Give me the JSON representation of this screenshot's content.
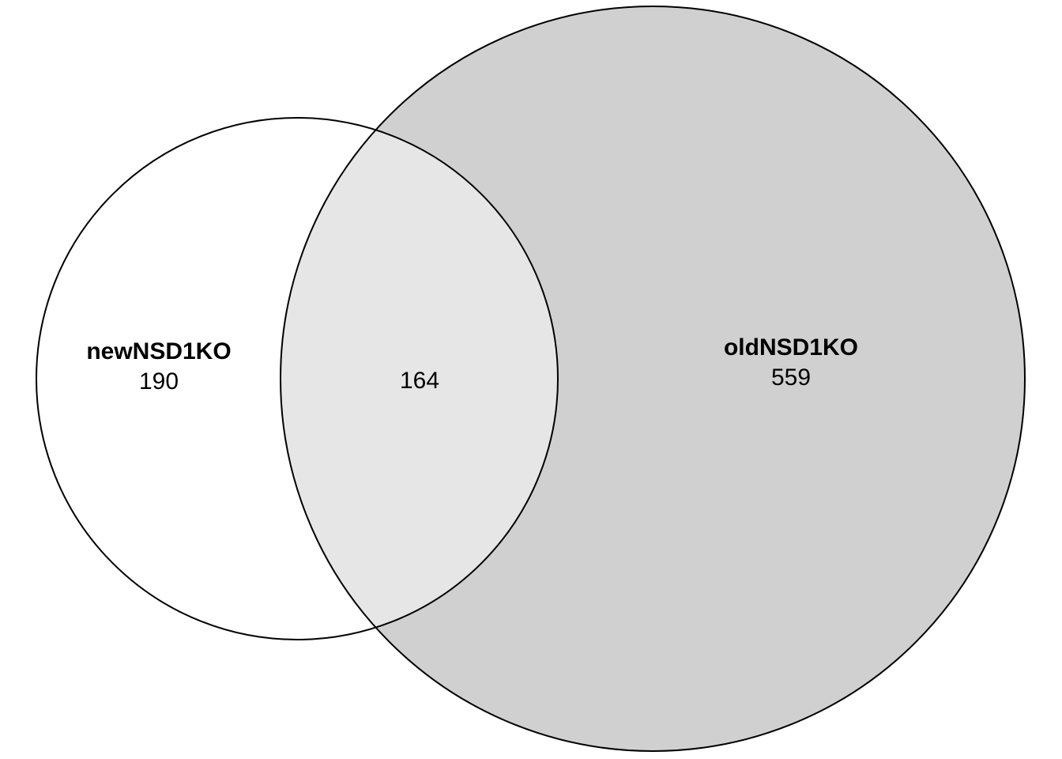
{
  "diagram": {
    "type": "venn",
    "sets": [
      {
        "id": "A",
        "label": "newNSD1KO",
        "only_count": "190"
      },
      {
        "id": "B",
        "label": "oldNSD1KO",
        "only_count": "559"
      }
    ],
    "intersection_count": "164",
    "colors": {
      "set_a_fill": "#ffffff",
      "set_b_fill": "#d0d0d0",
      "intersection_fill": "#e6e6e6",
      "outline": "#000000"
    }
  }
}
